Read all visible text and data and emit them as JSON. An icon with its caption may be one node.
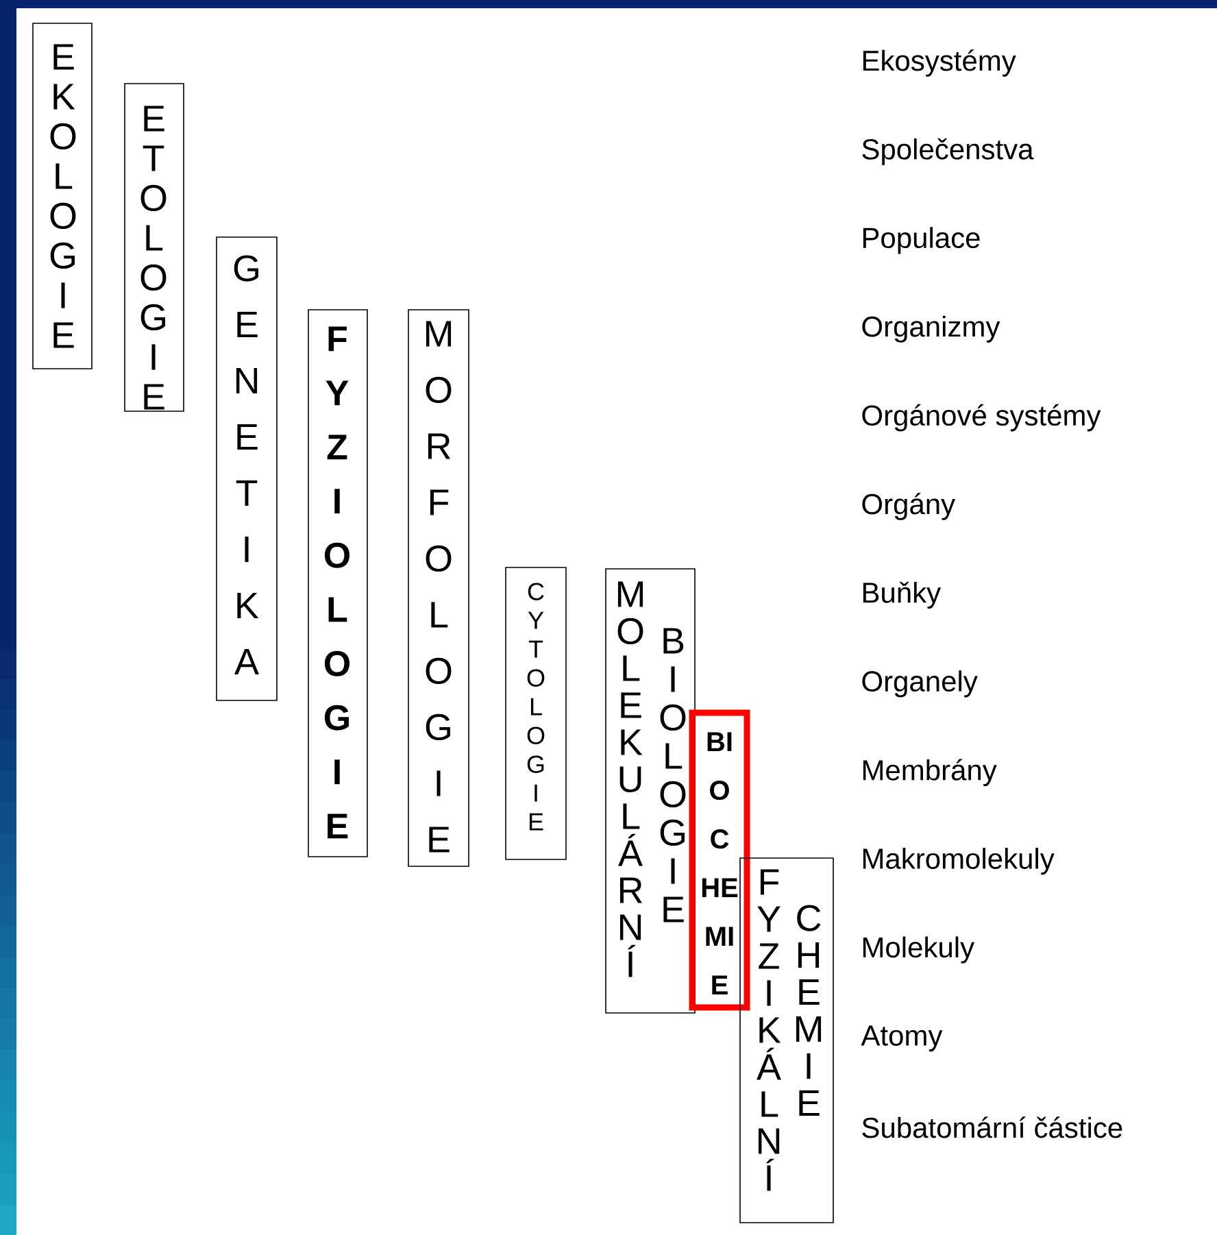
{
  "diagram": {
    "nodes": [
      {
        "text": [
          "EKOLOGIE"
        ]
      },
      {
        "text": [
          "ETOLOGIE"
        ]
      },
      {
        "text": [
          "GENETIKA"
        ]
      },
      {
        "text": [
          "FYZIOLOGIE"
        ]
      },
      {
        "text": [
          "MORFOLOGIE"
        ]
      },
      {
        "text": [
          "CYTOLOGIE"
        ]
      },
      {
        "text": [
          "MOLEKULÁRNÍ",
          "BIOLOGIE"
        ]
      },
      {
        "text": [
          "BI O C HE MI E"
        ]
      },
      {
        "text": [
          "FYZIKÁLNÍ",
          "CHEMIE"
        ]
      }
    ],
    "labels": [
      "Ekosystémy",
      "Společenstva",
      "Populace",
      "Organizmy",
      "Orgánové systémy",
      "Orgány",
      "Buňky",
      "Organely",
      "Membrány",
      "Makromolekuly",
      "Molekuly",
      "Atomy",
      "Subatomární částice"
    ]
  }
}
